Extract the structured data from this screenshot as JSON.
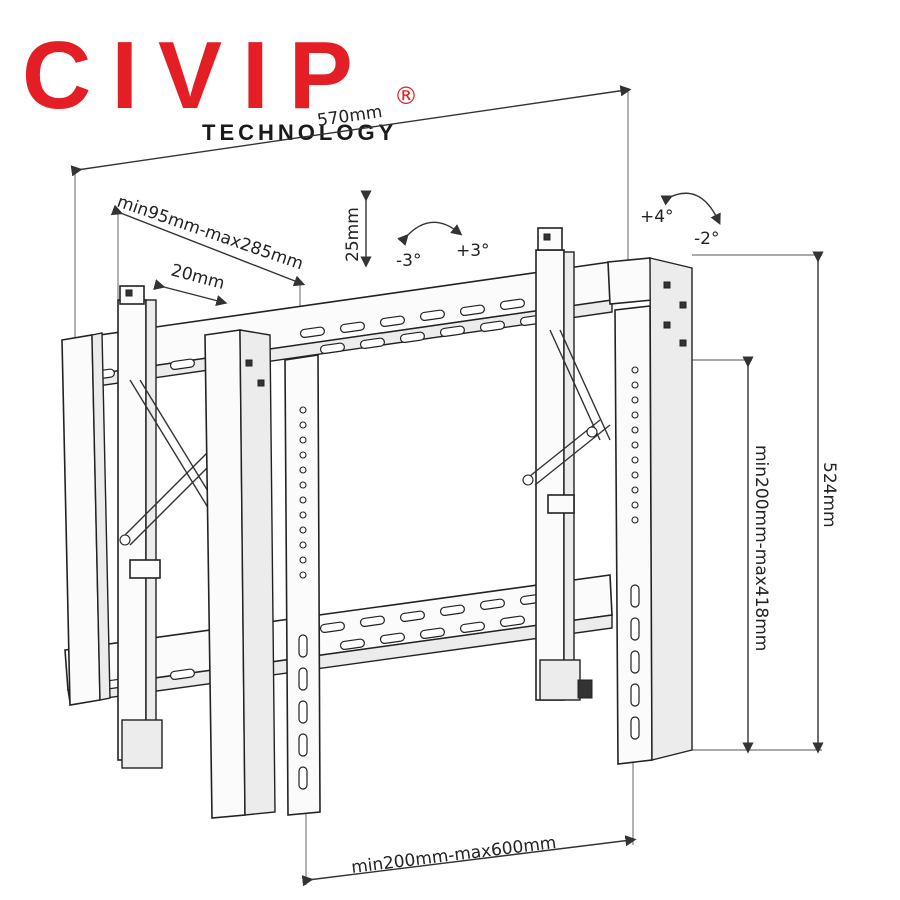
{
  "brand": {
    "name": "CIVIP",
    "registered": "®",
    "tagline": "TECHNOLOGY",
    "color": "#e31e24",
    "tagline_color": "#1a1a1a"
  },
  "dimensions": {
    "overall_width": "570mm",
    "arm_spacing": "min95mm-max285mm",
    "arm_offset": "20mm",
    "vertical_adjust": "25mm",
    "tilt_left": "-3°",
    "tilt_right": "+3°",
    "tilt_up": "+4°",
    "tilt_down": "-2°",
    "overall_height": "524mm",
    "vesa_vertical": "min200mm-max418mm",
    "vesa_horizontal": "min200mm-max600mm"
  },
  "icons": {
    "rotation_arrow": "curved-arrow-icon",
    "dimension_arrow": "double-arrow-icon"
  }
}
